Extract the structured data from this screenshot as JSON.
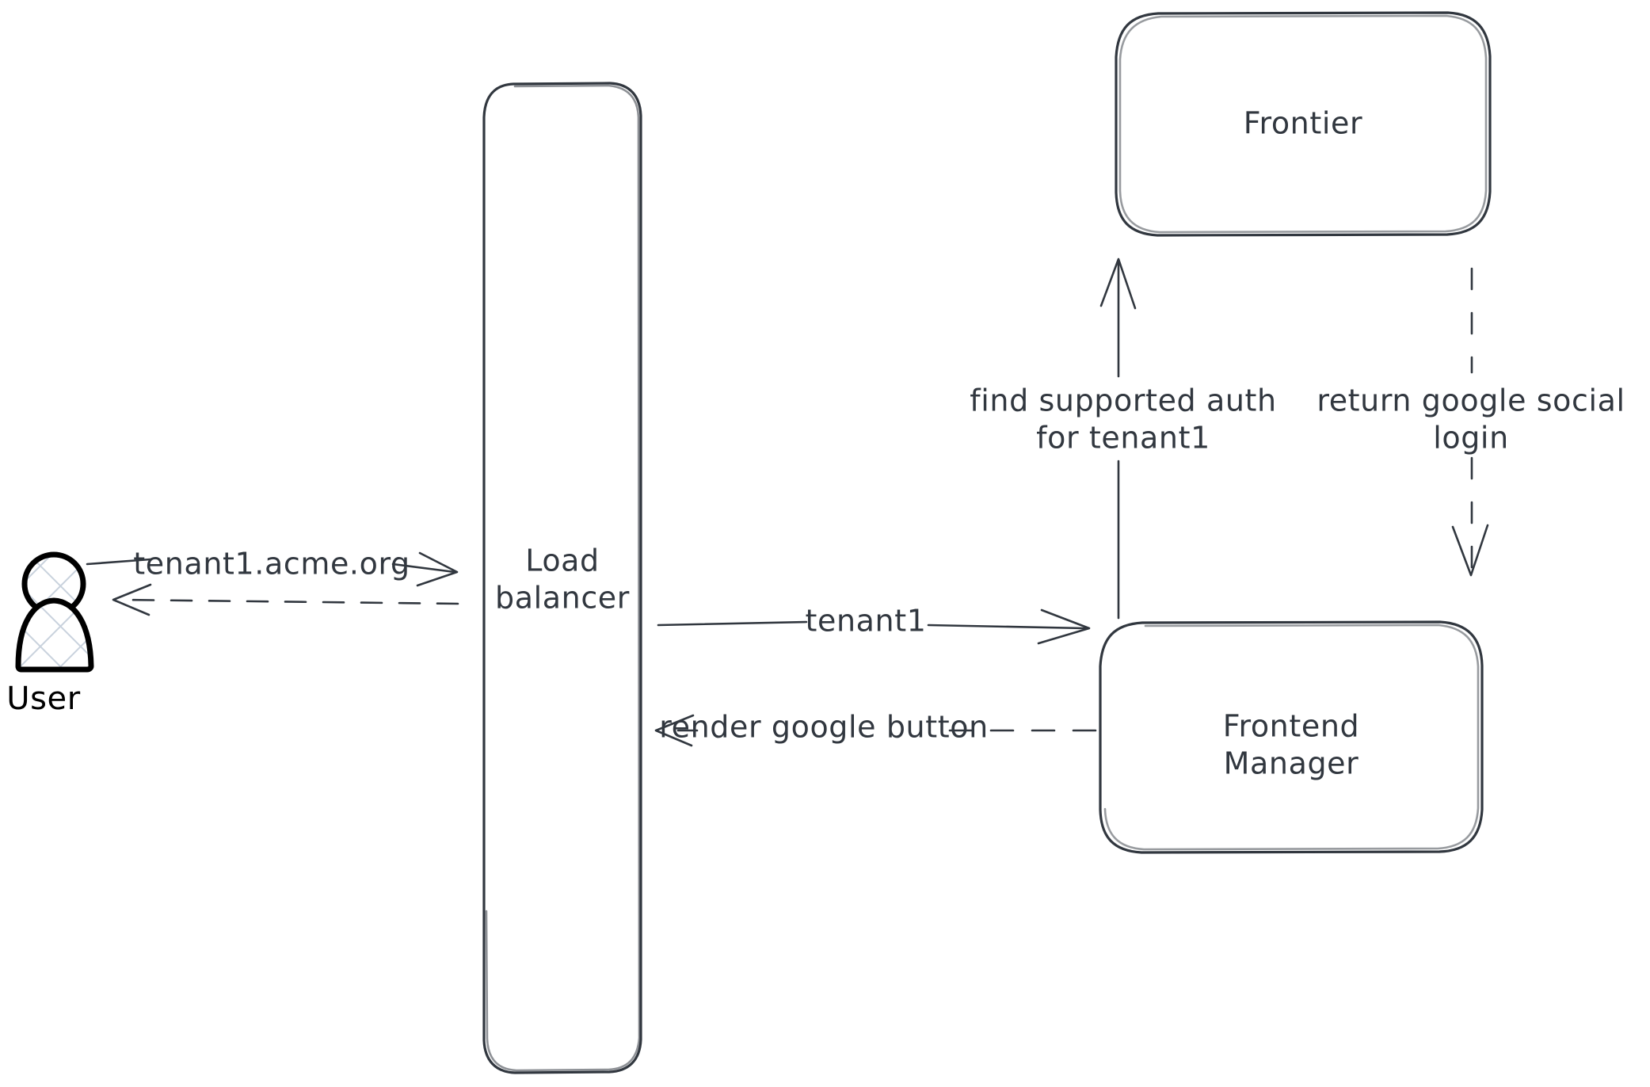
{
  "diagram": {
    "type": "architecture-flow-diagram",
    "background_color": "#ffffff",
    "stroke_color": "#31373f",
    "actor_stroke_color": "#000000",
    "actor_fill_pattern_color": "#c9d2dd",
    "style": "hand-drawn sketch"
  },
  "nodes": {
    "user": {
      "label": "User",
      "shape": "actor-figure"
    },
    "load_balancer": {
      "label_line1": "Load",
      "label_line2": "balancer",
      "shape": "rounded-rectangle"
    },
    "frontier": {
      "label": "Frontier",
      "shape": "rounded-rectangle"
    },
    "frontend_manager": {
      "label_line1": "Frontend",
      "label_line2": "Manager",
      "shape": "rounded-rectangle"
    }
  },
  "edges": [
    {
      "id": "user-to-lb",
      "label": "tenant1.acme.org",
      "from": "user",
      "to": "load_balancer",
      "line_style": "solid",
      "direction": "right"
    },
    {
      "id": "lb-to-user",
      "label": "",
      "from": "load_balancer",
      "to": "user",
      "line_style": "dashed",
      "direction": "left"
    },
    {
      "id": "lb-to-fm",
      "label": "tenant1",
      "from": "load_balancer",
      "to": "frontend_manager",
      "line_style": "solid",
      "direction": "right"
    },
    {
      "id": "fm-to-lb",
      "label": "render google button",
      "from": "frontend_manager",
      "to": "load_balancer",
      "line_style": "dashed",
      "direction": "left"
    },
    {
      "id": "fm-to-frontier",
      "label_line1": "find supported auth",
      "label_line2": "for tenant1",
      "from": "frontend_manager",
      "to": "frontier",
      "line_style": "solid",
      "direction": "up"
    },
    {
      "id": "frontier-to-fm",
      "label_line1": "return google social",
      "label_line2": "login",
      "from": "frontier",
      "to": "frontend_manager",
      "line_style": "dashed",
      "direction": "down"
    }
  ]
}
